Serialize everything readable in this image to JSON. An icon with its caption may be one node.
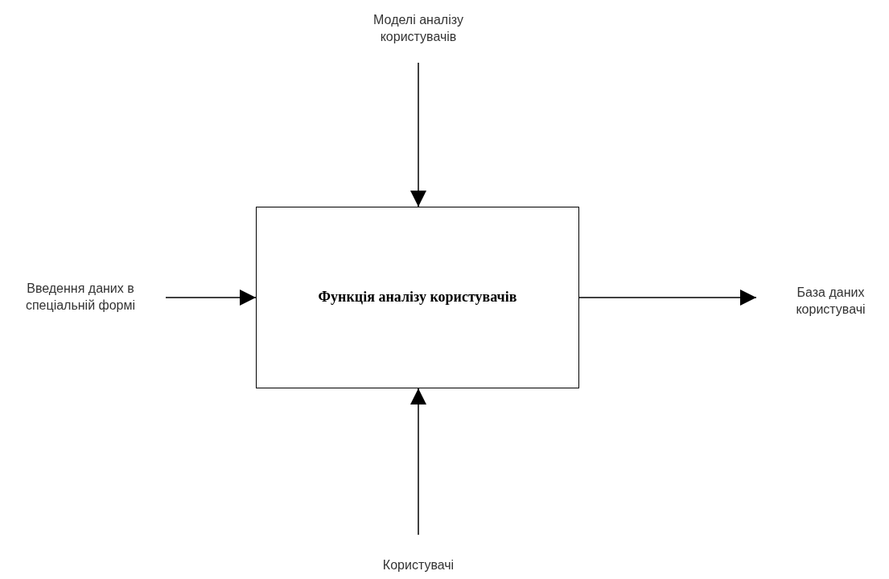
{
  "diagram": {
    "nodes": [
      {
        "text": [
          "Функція аналізу користувачів"
        ]
      },
      {
        "text": [
          "Моделі аналізу користувачів"
        ]
      },
      {
        "text": [
          "Введення даних в спеціальній формі"
        ]
      },
      {
        "text": [
          "База даних користувачі"
        ]
      },
      {
        "text": [
          "Користувачі"
        ]
      }
    ],
    "edges": [
      {
        "from": 1,
        "to": 0,
        "arrow": "to"
      },
      {
        "from": 2,
        "to": 0,
        "arrow": "to"
      },
      {
        "from": 0,
        "to": 3,
        "arrow": "to"
      },
      {
        "from": 4,
        "to": 0,
        "arrow": "to"
      }
    ]
  }
}
